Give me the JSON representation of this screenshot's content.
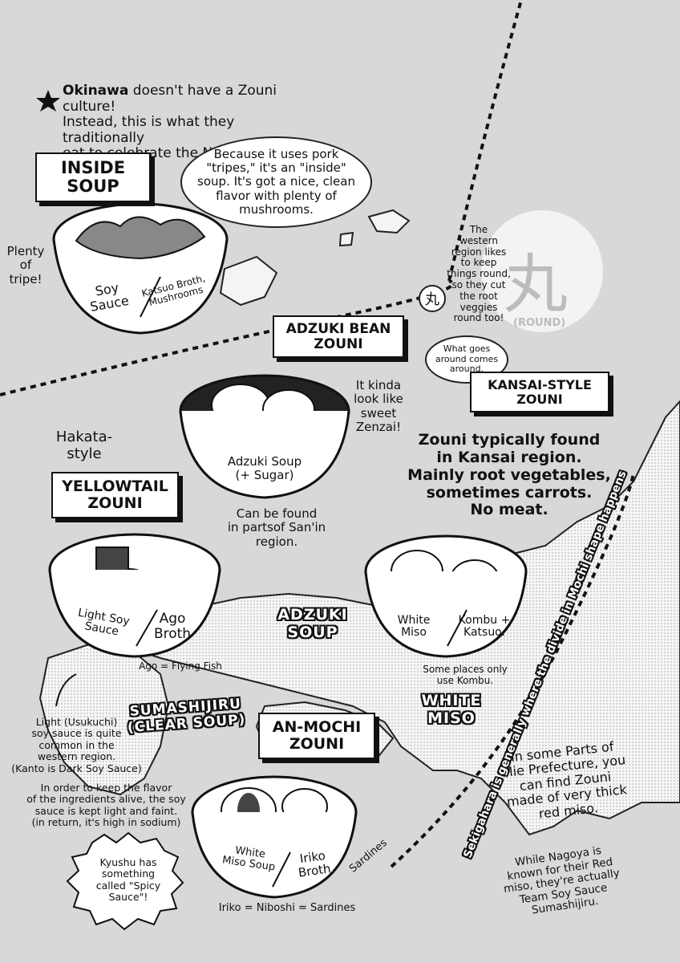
{
  "intro": {
    "place": "Okinawa",
    "rest_line1": " doesn't have a Zouni culture!",
    "line2": "Instead, this is what they traditionally",
    "line3": "eat to celebrate the New Year."
  },
  "inside_soup": {
    "title_line1": "INSIDE",
    "title_line2": "SOUP",
    "bubble_line1": "Because it uses pork",
    "bubble_line2": "\"tripes,\" it's an \"inside\"",
    "bubble_line3": "soup. It's got a nice, clean",
    "bubble_line4": "flavor with plenty of",
    "bubble_line5": "mushrooms.",
    "side_line1": "Plenty",
    "side_line2": "of",
    "side_line3": "tripe!",
    "bowl_left_line1": "Soy",
    "bowl_left_line2": "Sauce",
    "bowl_right_line1": "Katsuo Broth,",
    "bowl_right_line2": "Mushrooms"
  },
  "round": {
    "kanji": "丸",
    "small_kanji": "丸",
    "label": "(ROUND)",
    "note_line1": "The",
    "note_line2": "western",
    "note_line3": "region likes",
    "note_line4": "to keep",
    "note_line5": "things round,",
    "note_line6": "so they cut",
    "note_line7": "the root",
    "note_line8": "veggies",
    "note_line9": "round too!",
    "bubble_line1": "What goes",
    "bubble_line2": "around comes",
    "bubble_line3": "around."
  },
  "adzuki": {
    "title_line1": "ADZUKI BEAN",
    "title_line2": "ZOUNI",
    "side_line1": "It kinda",
    "side_line2": "look like",
    "side_line3": "sweet",
    "side_line4": "Zenzai!",
    "bowl_line1": "Adzuki Soup",
    "bowl_line2": "(+ Sugar)",
    "found_line1": "Can be found",
    "found_line2": "in partsof San'in",
    "found_line3": "region.",
    "map_label_line1": "ADZUKI",
    "map_label_line2": "SOUP"
  },
  "kansai": {
    "title_line1": "KANSAI-STYLE",
    "title_line2": "ZOUNI",
    "desc_line1": "Zouni typically found",
    "desc_line2": "in Kansai region.",
    "desc_line3": "Mainly root vegetables,",
    "desc_line4": "sometimes carrots.",
    "desc_line5": "No meat.",
    "bowl_left_line1": "White",
    "bowl_left_line2": "Miso",
    "bowl_right_line1": "Kombu +",
    "bowl_right_line2": "Katsuo.",
    "note_line1": "Some places only",
    "note_line2": "use Kombu.",
    "map_label_line1": "WHITE",
    "map_label_line2": "MISO"
  },
  "yellowtail": {
    "pre_line1": "Hakata-",
    "pre_line2": "style",
    "title_line1": "YELLOWTAIL",
    "title_line2": "ZOUNI",
    "bowl_left_line1": "Light Soy",
    "bowl_left_line2": "Sauce",
    "bowl_right_line1": "Ago",
    "bowl_right_line2": "Broth",
    "ago_note": "Ago = Flying Fish"
  },
  "sumashi": {
    "label_line1": "SUMASHIJIRU",
    "label_line2": "(CLEAR SOUP)",
    "light_line1": "Light (Usukuchi)",
    "light_line2": "soy sauce is quite",
    "light_line3": "common in the",
    "light_line4": "western region.",
    "light_line5": "(Kanto is Dark Soy Sauce)",
    "keep_line1": "In order to keep the flavor",
    "keep_line2": "of the ingredients alive, the soy",
    "keep_line3": "sauce is kept light and faint.",
    "keep_line4": "(in return, it's high in sodium)"
  },
  "anmochi": {
    "title_line1": "AN-MOCHI",
    "title_line2": "ZOUNI",
    "bowl_left_line1": "White",
    "bowl_left_line2": "Miso Soup",
    "bowl_right_line1": "Iriko",
    "bowl_right_line2": "Broth",
    "iriko_note": "Iriko = Niboshi = Sardines",
    "side_bubble": "Sardines"
  },
  "kyushu": {
    "line1": "Kyushu has",
    "line2": "something",
    "line3": "called \"Spicy",
    "line4": "Sauce\"!"
  },
  "mie": {
    "line1": "In some Parts of",
    "line2": "Mie Prefecture, you",
    "line3": "can find Zouni",
    "line4": "made of very thick",
    "line5": "red miso."
  },
  "nagoya": {
    "line1": "While Nagoya is",
    "line2": "known for their Red",
    "line3": "miso, they're actually",
    "line4": "Team Soy Sauce",
    "line5": "Sumashijiru."
  },
  "sekigahara": "Sekigahara is generally where the divide in Mochi shape happens",
  "colors": {
    "paper": "#d8d8d8",
    "ink": "#111111",
    "white": "#ffffff",
    "land": "#f4f4f4"
  }
}
